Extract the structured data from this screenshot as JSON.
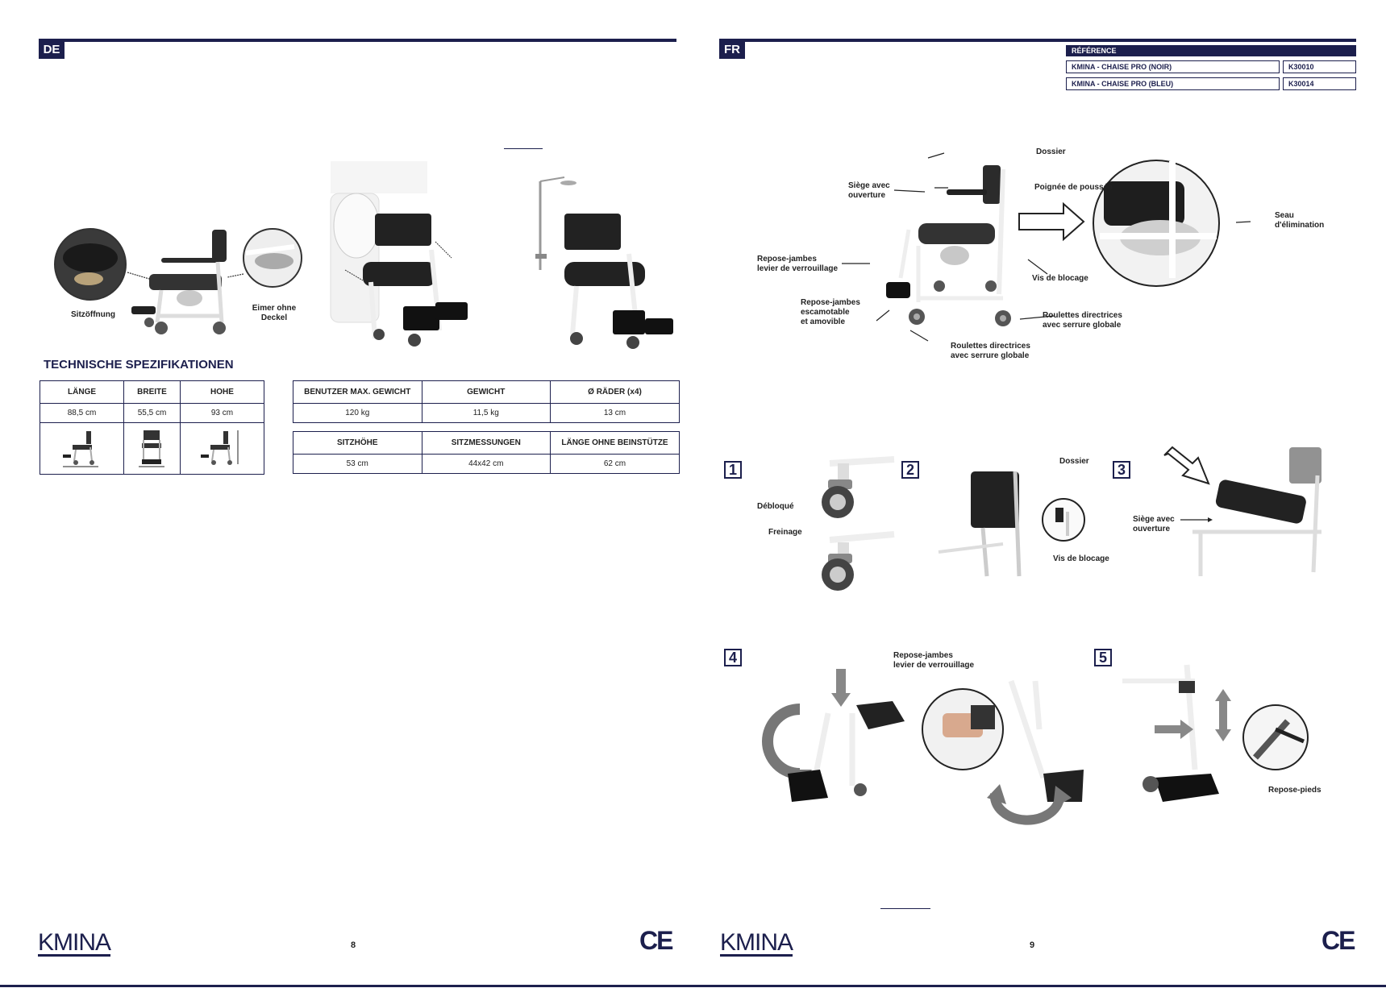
{
  "left": {
    "lang": "DE",
    "labels": {
      "seat_opening": "Sitzöffnung",
      "bucket": "Eimer ohne Deckel"
    },
    "spec_title": "TECHNISCHE SPEZIFIKATIONEN",
    "dims_table": {
      "headers": [
        "LÄNGE",
        "BREITE",
        "HOHE"
      ],
      "values": [
        "88,5 cm",
        "55,5 cm",
        "93 cm"
      ]
    },
    "table_a": {
      "headers": [
        "BENUTZER MAX. GEWICHT",
        "GEWICHT",
        "Ø RÄDER (x4)"
      ],
      "values": [
        "120 kg",
        "11,5 kg",
        "13 cm"
      ]
    },
    "table_b": {
      "headers": [
        "SITZHÖHE",
        "SITZMESSUNGEN",
        "LÄNGE OHNE BEINSTÜTZE"
      ],
      "values": [
        "53 cm",
        "44x42 cm",
        "62 cm"
      ]
    },
    "logo": "KMINA",
    "page_number": "8",
    "ce": "CE"
  },
  "right": {
    "lang": "FR",
    "reference": {
      "header": "RÉFÉRENCE",
      "rows": [
        {
          "name": "KMINA - CHAISE PRO (NOIR)",
          "code": "K30010"
        },
        {
          "name": "KMINA - CHAISE PRO (BLEU)",
          "code": "K30014"
        }
      ]
    },
    "diagram_labels": {
      "dossier": "Dossier",
      "siege": "Siège avec\nouverture",
      "poignee": "Poignée de poussée",
      "seau": "Seau\nd'élimination",
      "repose_levier": "Repose-jambes\nlevier de verrouillage",
      "vis": "Vis de blocage",
      "repose_escamotable": "Repose-jambes\nescamotable\net amovible",
      "roulettes_right": "Roulettes directrices\navec serrure globale",
      "roulettes_bottom": "Roulettes directrices\navec serrure globale"
    },
    "steps": {
      "s1": {
        "num": "1",
        "unlocked": "Débloqué",
        "brake": "Freinage"
      },
      "s2": {
        "num": "2",
        "dossier": "Dossier",
        "vis": "Vis de blocage"
      },
      "s3": {
        "num": "3",
        "siege": "Siège avec\nouverture"
      },
      "s4": {
        "num": "4",
        "repose_levier": "Repose-jambes\nlevier de verrouillage"
      },
      "s5": {
        "num": "5",
        "repose_pieds": "Repose-pieds"
      }
    },
    "logo": "KMINA",
    "page_number": "9",
    "ce": "CE"
  }
}
